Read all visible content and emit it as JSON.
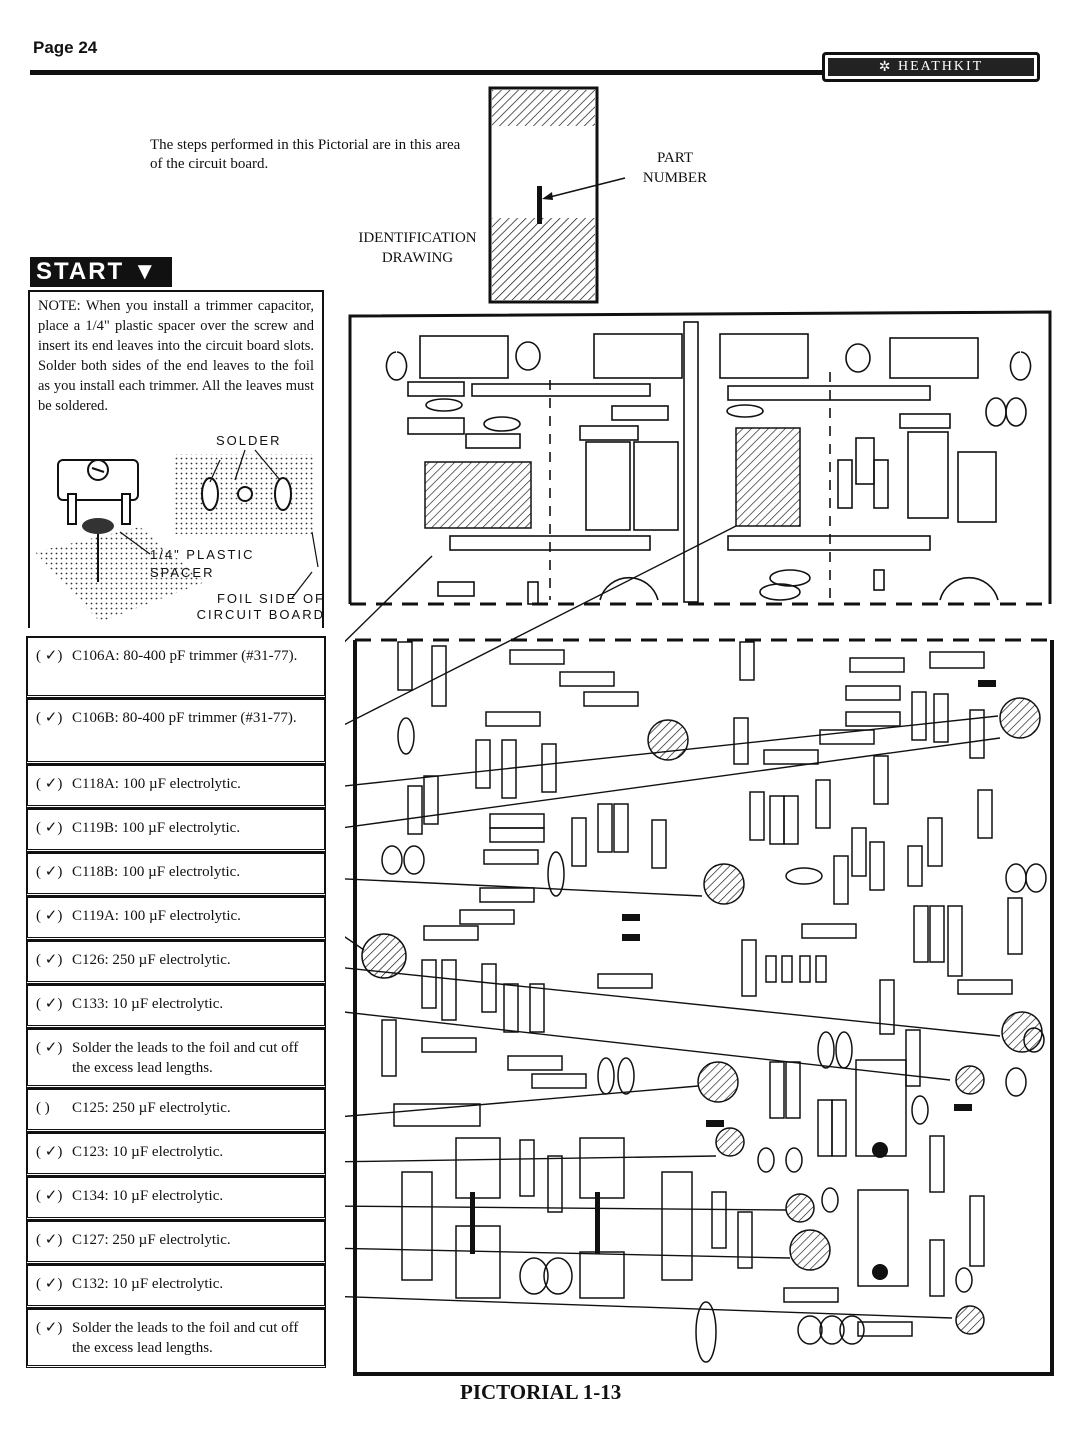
{
  "header": {
    "page_label": "Page 24",
    "brand": "HEATHKIT"
  },
  "intro_text": "The steps performed in this Pictorial are in this area of the circuit board.",
  "callouts": {
    "part_number": "PART NUMBER",
    "identification_drawing": "IDENTIFICATION DRAWING"
  },
  "start_label": "START",
  "note": {
    "text": "NOTE: When you install a trimmer capacitor, place a 1/4\" plastic spacer over the screw and insert its end leaves into the circuit board slots. Solder both sides of the end leaves to the foil as you install each trimmer. All the leaves must be soldered.",
    "labels": {
      "solder": "SOLDER",
      "spacer": "1/4\" PLASTIC SPACER",
      "foil_side": "FOIL SIDE OF CIRCUIT BOARD"
    }
  },
  "steps": [
    {
      "check": "( ✓)",
      "text": "C106A: 80-400 pF trimmer (#31-77)."
    },
    {
      "check": "( ✓)",
      "text": "C106B: 80-400 pF trimmer (#31-77)."
    },
    {
      "check": "( ✓)",
      "text": "C118A: 100 µF electrolytic."
    },
    {
      "check": "( ✓)",
      "text": "C119B: 100 µF electrolytic."
    },
    {
      "check": "( ✓)",
      "text": "C118B: 100 µF electrolytic."
    },
    {
      "check": "( ✓)",
      "text": "C119A: 100 µF electrolytic."
    },
    {
      "check": "( ✓)",
      "text": "C126: 250 µF electrolytic."
    },
    {
      "check": "( ✓)",
      "text": "C133: 10 µF electrolytic."
    },
    {
      "check": "( ✓)",
      "text": "Solder the leads to the foil and cut off the excess lead lengths."
    },
    {
      "check": "(   )",
      "text": "C125: 250 µF electrolytic."
    },
    {
      "check": "( ✓)",
      "text": "C123: 10 µF electrolytic."
    },
    {
      "check": "( ✓)",
      "text": "C134: 10 µF electrolytic."
    },
    {
      "check": "( ✓)",
      "text": "C127: 250 µF electrolytic."
    },
    {
      "check": "( ✓)",
      "text": "C132: 10 µF electrolytic."
    },
    {
      "check": "( ✓)",
      "text": "Solder the leads to the foil and cut off the excess lead lengths."
    }
  ],
  "caption": "PICTORIAL 1-13"
}
